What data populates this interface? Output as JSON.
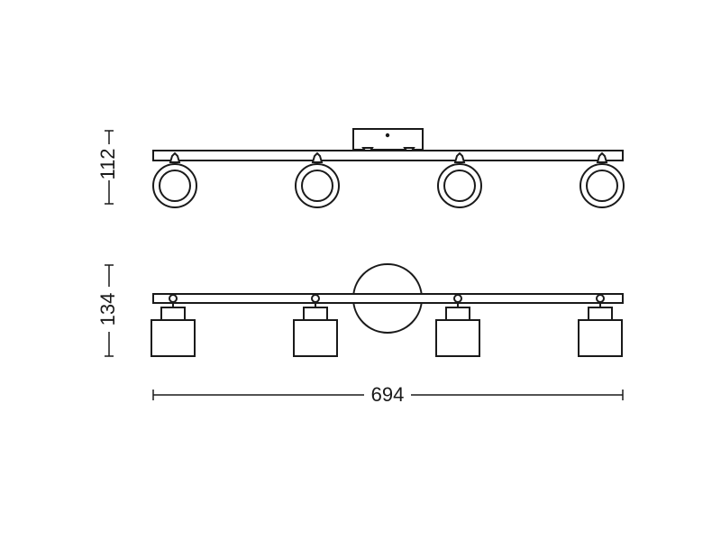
{
  "dimensions": {
    "height_top": "112",
    "height_bottom": "134",
    "width": "694"
  },
  "colors": {
    "line": "#1a1a1a",
    "background": "#ffffff"
  },
  "views": [
    {
      "name": "top-view",
      "spot_count": 4
    },
    {
      "name": "front-view",
      "spot_count": 4
    }
  ]
}
